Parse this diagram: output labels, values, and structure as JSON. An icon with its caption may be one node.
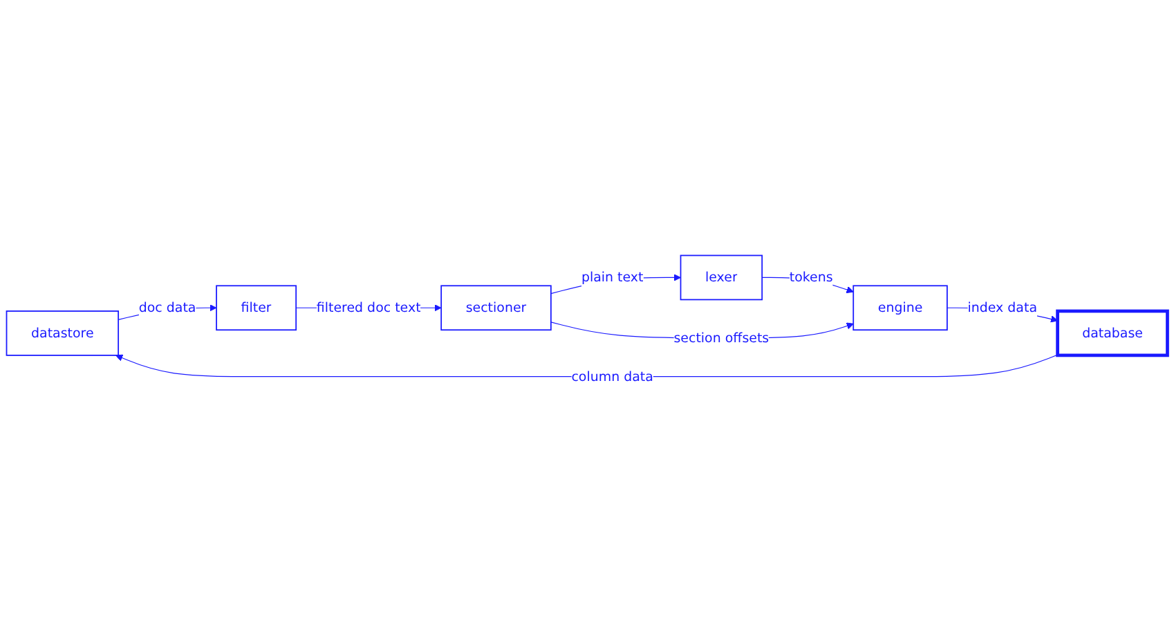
{
  "diagram": {
    "nodes": [
      {
        "text": [
          "datastore"
        ]
      },
      {
        "text": [
          "filter"
        ]
      },
      {
        "text": [
          "sectioner"
        ]
      },
      {
        "text": [
          "database"
        ]
      },
      {
        "text": [
          "engine"
        ]
      },
      {
        "text": [
          "lexer"
        ]
      }
    ],
    "edges": [
      {
        "from": 0,
        "to": 1,
        "arrow": "to",
        "label": "doc data"
      },
      {
        "from": 1,
        "to": 2,
        "arrow": "to",
        "label": "filtered doc text"
      },
      {
        "from": 2,
        "to": 5,
        "arrow": "to",
        "label": "plain text"
      },
      {
        "from": 5,
        "to": 4,
        "arrow": "to",
        "label": "tokens"
      },
      {
        "from": 4,
        "to": 3,
        "arrow": "to",
        "label": "index data"
      },
      {
        "from": 3,
        "to": 0,
        "arrow": "to",
        "label": "column data"
      },
      {
        "from": 2,
        "to": 4,
        "arrow": "to",
        "label": "section offsets"
      }
    ]
  }
}
